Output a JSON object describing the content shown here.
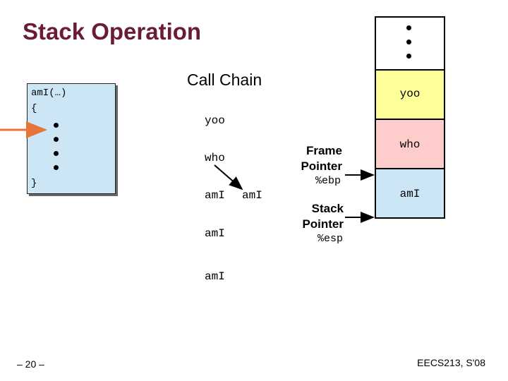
{
  "slide": {
    "title": "Stack Operation",
    "footer_left": "– 20 –",
    "footer_right": "EECS213, S'08"
  },
  "code": {
    "line1": "amI(…)",
    "line2": "{",
    "line3": "}"
  },
  "call_chain": {
    "title": "Call Chain",
    "nodes": [
      "yoo",
      "who",
      "amI",
      "amI",
      "amI",
      "amI"
    ]
  },
  "pointers": {
    "frame_label_1": "Frame",
    "frame_label_2": "Pointer",
    "frame_reg": "%ebp",
    "stack_label_1": "Stack",
    "stack_label_2": "Pointer",
    "stack_reg": "%esp"
  },
  "stack_frames": [
    {
      "label": "yoo",
      "color": "#ffff99"
    },
    {
      "label": "who",
      "color": "#ffcccc"
    },
    {
      "label": "amI",
      "color": "#cce6f5"
    }
  ],
  "colors": {
    "title": "#6b1a3a",
    "arrow_orange": "#e8743b",
    "code_bg": "#cce6f5"
  }
}
